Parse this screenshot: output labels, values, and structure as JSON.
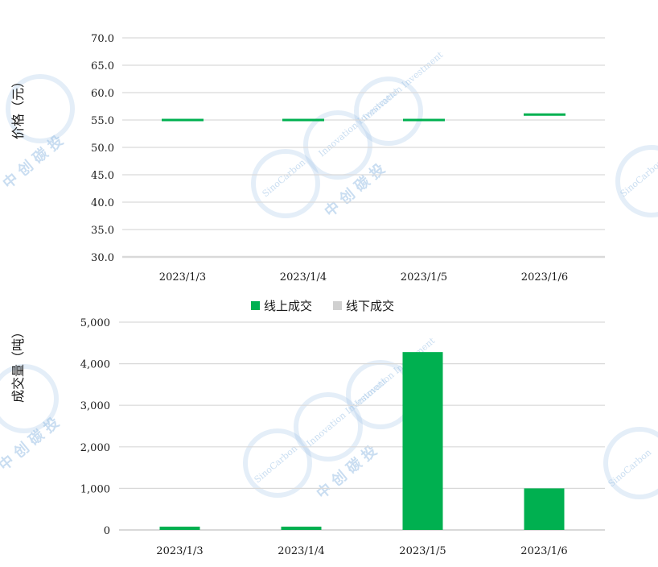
{
  "colors": {
    "online": "#00b050",
    "offline": "#d0d0d0",
    "grid": "#d9d9d9",
    "watermark": "#9ec3e6"
  },
  "watermark": {
    "brand": "SinoCarbon",
    "tagline": "Innovation Investment",
    "cn": "中 创 碳 投"
  },
  "chart_data": [
    {
      "type": "line",
      "ylabel": "价格（元）",
      "ylim": [
        30,
        70
      ],
      "yticks": [
        "70.0",
        "65.0",
        "60.0",
        "55.0",
        "50.0",
        "45.0",
        "40.0",
        "35.0",
        "30.0"
      ],
      "categories": [
        "2023/1/3",
        "2023/1/4",
        "2023/1/5",
        "2023/1/6"
      ],
      "series": [
        {
          "color": "#00b050",
          "values": [
            55.0,
            55.0,
            55.0,
            56.0
          ]
        }
      ],
      "grid": true
    },
    {
      "type": "bar",
      "ylabel": "成交量（吨）",
      "ylim": [
        0,
        5000
      ],
      "yticks": [
        "5,000",
        "4,000",
        "3,000",
        "2,000",
        "1,000",
        "0"
      ],
      "categories": [
        "2023/1/3",
        "2023/1/4",
        "2023/1/5",
        "2023/1/6"
      ],
      "legend_position": "top-center",
      "series": [
        {
          "name": "线上成交",
          "color": "#00b050",
          "values": [
            80,
            80,
            4280,
            1000
          ]
        },
        {
          "name": "线下成交",
          "color": "#d0d0d0",
          "values": [
            0,
            0,
            0,
            0
          ]
        }
      ],
      "grid": true
    }
  ]
}
